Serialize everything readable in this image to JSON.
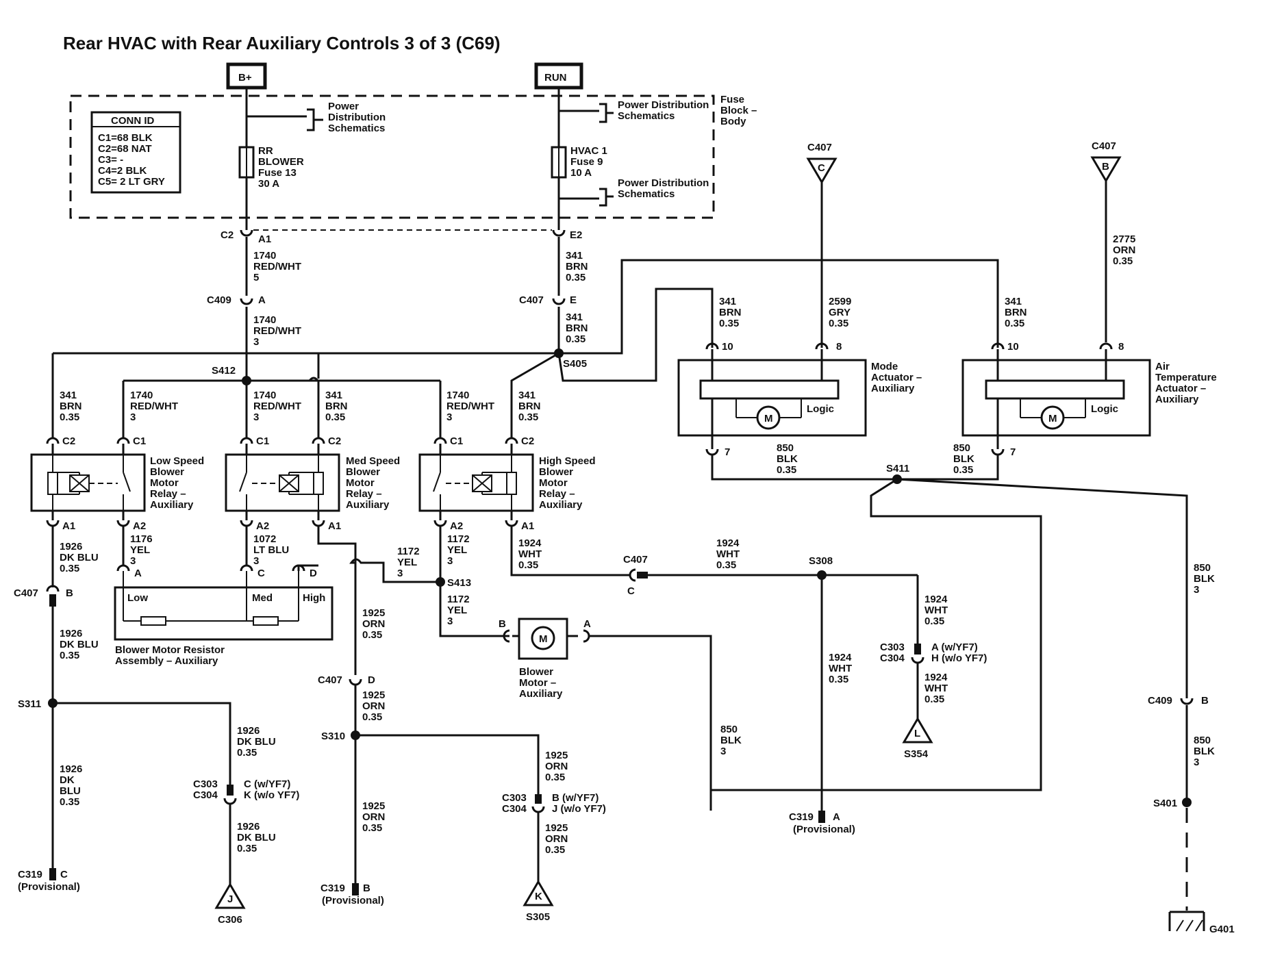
{
  "title": "Rear HVAC with Rear Auxiliary Controls 3 of 3 (C69)",
  "sources": {
    "bplus": "B+",
    "run": "RUN"
  },
  "conn_id": {
    "title": "CONN ID",
    "lines": [
      "C1=68 BLK",
      "C2=68 NAT",
      "C3= -",
      "C4=2 BLK",
      "C5= 2 LT GRY"
    ]
  },
  "fuse_block": {
    "label": [
      "Fuse",
      "Block –",
      "Body"
    ]
  },
  "pds": [
    "Power",
    "Distribution",
    "Schematics"
  ],
  "pds2": [
    "Power Distribution",
    "Schematics"
  ],
  "fuses": {
    "rr": [
      "RR",
      "BLOWER",
      "Fuse 13",
      "30 A"
    ],
    "hvac": [
      "HVAC 1",
      "Fuse 9",
      "10 A"
    ]
  },
  "labels": {
    "C2": "C2",
    "A1": "A1",
    "E2": "E2",
    "C409": "C409",
    "A": "A",
    "C407": "C407",
    "E": "E",
    "S412": "S412",
    "S405": "S405",
    "S411": "S411",
    "S413": "S413",
    "S308": "S308",
    "S311": "S311",
    "S310": "S310",
    "S401": "S401",
    "G401": "G401",
    "C1": "C1",
    "A2": "A2",
    "B": "B",
    "C": "C",
    "D": "D",
    "J": "J",
    "K": "K",
    "L": "L",
    "pin10": "10",
    "pin8": "8",
    "pin7": "7",
    "C303": "C303",
    "C304": "C304",
    "C319": "C319",
    "prov": "(Provisional)",
    "C306": "C306",
    "S305": "S305",
    "S354": "S354",
    "c_wyf7": "C (w/YF7)",
    "k_woyf7": "K (w/o YF7)",
    "b_wyf7": "B (w/YF7)",
    "j_woyf7": "J (w/o YF7)",
    "a_wyf7": "A (w/YF7)",
    "h_woyf7": "H (w/o YF7)"
  },
  "wires": {
    "w1740_5": [
      "1740",
      "RED/WHT",
      "5"
    ],
    "w1740_3": [
      "1740",
      "RED/WHT",
      "3"
    ],
    "w341": [
      "341",
      "BRN",
      "0.35"
    ],
    "w2599": [
      "2599",
      "GRY",
      "0.35"
    ],
    "w2775": [
      "2775",
      "ORN",
      "0.35"
    ],
    "w850_035": [
      "850",
      "BLK",
      "0.35"
    ],
    "w850_3": [
      "850",
      "BLK",
      "3"
    ],
    "w1926": [
      "1926",
      "DK BLU",
      "0.35"
    ],
    "w1926_split": [
      "1926",
      "DK",
      "BLU",
      "0.35"
    ],
    "w1176": [
      "1176",
      "YEL",
      "3"
    ],
    "w1072": [
      "1072",
      "LT BLU",
      "3"
    ],
    "w1172": [
      "1172",
      "YEL",
      "3"
    ],
    "w1924": [
      "1924",
      "WHT",
      "0.35"
    ],
    "w1925": [
      "1925",
      "ORN",
      "0.35"
    ]
  },
  "components": {
    "low_relay": [
      "Low Speed",
      "Blower",
      "Motor",
      "Relay –",
      "Auxiliary"
    ],
    "med_relay": [
      "Med Speed",
      "Blower",
      "Motor",
      "Relay –",
      "Auxiliary"
    ],
    "high_relay": [
      "High Speed",
      "Blower",
      "Motor",
      "Relay –",
      "Auxiliary"
    ],
    "mode_act": [
      "Mode",
      "Actuator –",
      "Auxiliary"
    ],
    "air_act": [
      "Air",
      "Temperature",
      "Actuator –",
      "Auxiliary"
    ],
    "logic": "Logic",
    "motor_symbol": "M",
    "resistor": [
      "Blower Motor Resistor",
      "Assembly – Auxiliary"
    ],
    "res_taps": {
      "low": "Low",
      "med": "Med",
      "high": "High"
    },
    "blower": [
      "Blower",
      "Motor –",
      "Auxiliary"
    ]
  }
}
